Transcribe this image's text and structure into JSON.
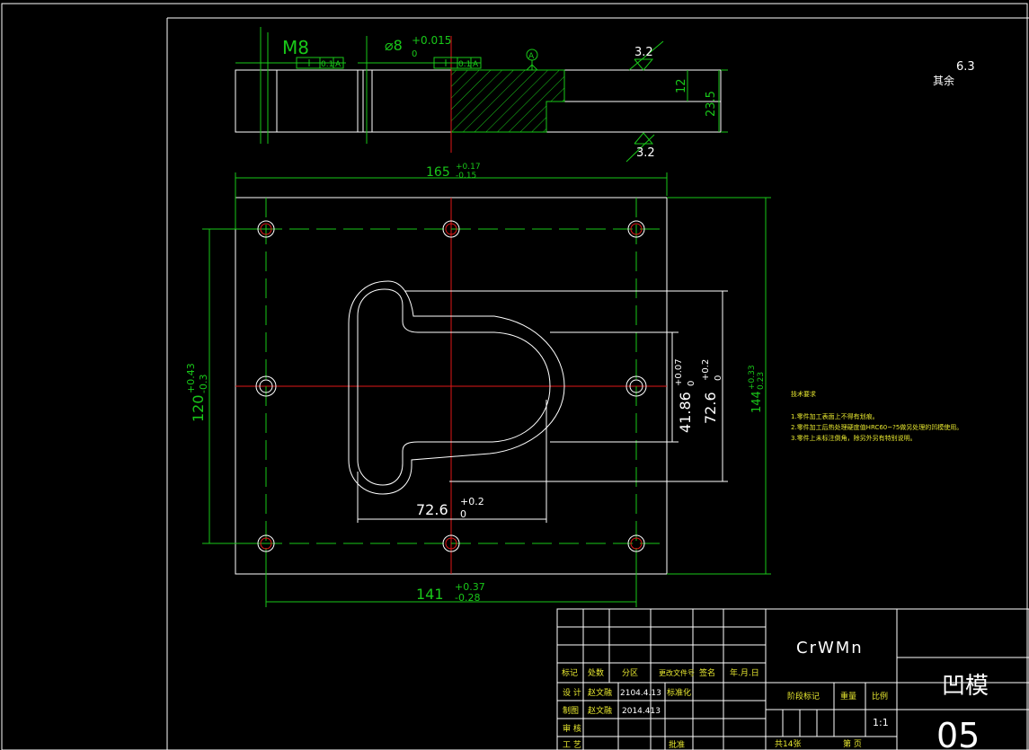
{
  "top_view": {
    "thread_label": "M8",
    "tol_small_left": "0.1",
    "datum_small_left": "A",
    "hole_label": "⌀8",
    "hole_tol_upper": "+0.015",
    "hole_tol_lower": "0",
    "tol_small_right": "0.1",
    "datum_small_right": "A",
    "datum_marker": "A",
    "dim_12": "12",
    "dim_23_5": "23.5",
    "rough_top": "3.2",
    "rough_bottom": "3.2"
  },
  "rough_other": {
    "label": "其余",
    "value": "6.3"
  },
  "main_view": {
    "dim_165": "165",
    "dim_165_upper": "+0.17",
    "dim_165_lower": "-0.15",
    "dim_120": "120",
    "dim_120_upper": "+0.43",
    "dim_120_lower": "-0.3",
    "dim_144": "144",
    "dim_144_upper": "+0.33",
    "dim_144_lower": "0.23",
    "dim_141": "141",
    "dim_141_upper": "+0.37",
    "dim_141_lower": "-0.28",
    "dim_72_bottom": "72.6",
    "dim_72_bottom_upper": "+0.2",
    "dim_72_bottom_lower": "0",
    "dim_41": "41.86",
    "dim_41_upper": "+0.07",
    "dim_41_lower": "0",
    "dim_72_right": "72.6",
    "dim_72_right_upper": "+0.2",
    "dim_72_right_lower": "0"
  },
  "tech_notes": {
    "title": "技术要求",
    "lines": [
      "1.零件加工表面上不得有划痕。",
      "2.零件加工后热处理硬度值HRC60~?5做另处理的凹模使用。",
      "3.零件上未标注倒角，除另外另有特别说明。"
    ]
  },
  "title_block": {
    "material": "CrWMn",
    "part_name": "凹模",
    "drawing_number": "05",
    "headers": [
      "标记",
      "处数",
      "分区",
      "更改文件号",
      "签名",
      "年.月.日"
    ],
    "row_design": {
      "label": "设 计",
      "name": "赵文融",
      "date": "2104.4.13",
      "std": "标准化"
    },
    "row_draw": {
      "label": "制图",
      "name": "赵文融",
      "date": "2014.413"
    },
    "row_review": {
      "label": "审 核"
    },
    "row_process": {
      "label": "工 艺",
      "approve": "批准"
    },
    "stage_label": "阶段标记",
    "weight_label": "重量",
    "scale_label": "比例",
    "scale_value": "1:1",
    "sheets_total": "共14张",
    "sheet_no": "第 页"
  },
  "colors": {
    "outline": "#ffffff",
    "dimension": "#19c819",
    "centerline": "#e01818",
    "notes": "#e8e830"
  }
}
